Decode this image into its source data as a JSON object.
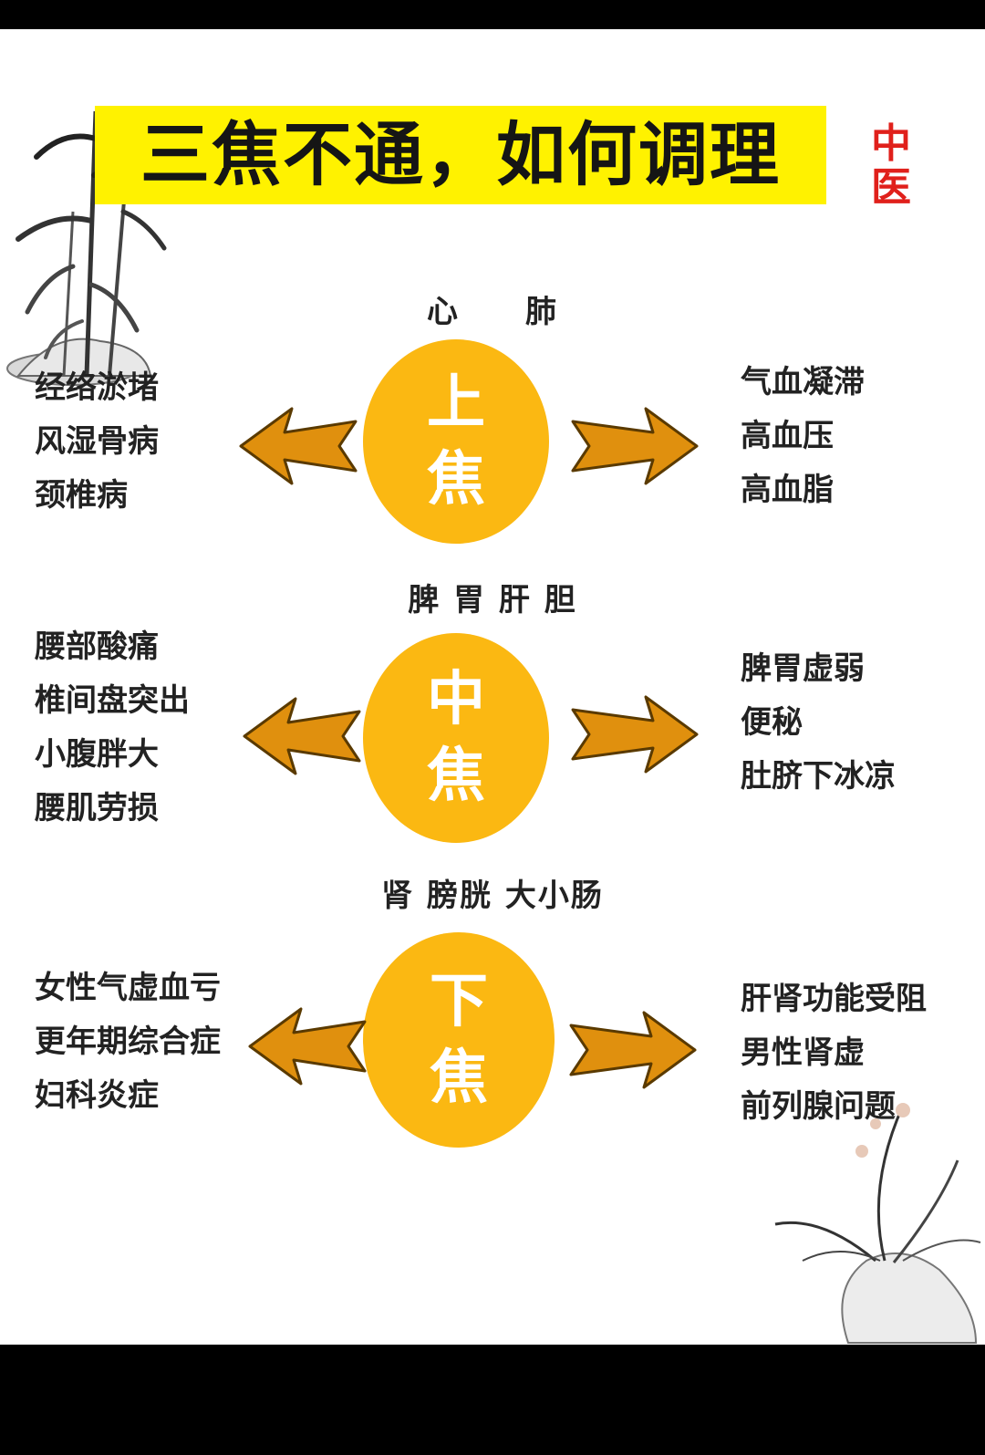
{
  "title": "三焦不通，如何调理",
  "seal": [
    "中",
    "医"
  ],
  "sections": [
    {
      "organs": "心　　肺",
      "circle": [
        "上",
        "焦"
      ],
      "left": [
        "经络淤堵",
        "风湿骨病",
        "颈椎病"
      ],
      "right": [
        "气血凝滞",
        "高血压",
        "高血脂"
      ]
    },
    {
      "organs": "脾 胃 肝 胆",
      "circle": [
        "中",
        "焦"
      ],
      "left": [
        "腰部酸痛",
        "椎间盘突出",
        "小腹胖大",
        "腰肌劳损"
      ],
      "right": [
        "脾胃虚弱",
        "便秘",
        "肚脐下冰凉"
      ]
    },
    {
      "organs": "肾 膀胱 大小肠",
      "circle": [
        "下",
        "焦"
      ],
      "left": [
        "女性气虚血亏",
        "更年期综合症",
        "妇科炎症"
      ],
      "right": [
        "肝肾功能受阻",
        "男性肾虚",
        "前列腺问题"
      ]
    }
  ],
  "colors": {
    "circle": "#fbb812",
    "arrow": "#e0900e",
    "title_band": "#fff200",
    "seal": "#e0201b"
  },
  "decorations": [
    "bamboo-painting",
    "orchid-painting"
  ]
}
